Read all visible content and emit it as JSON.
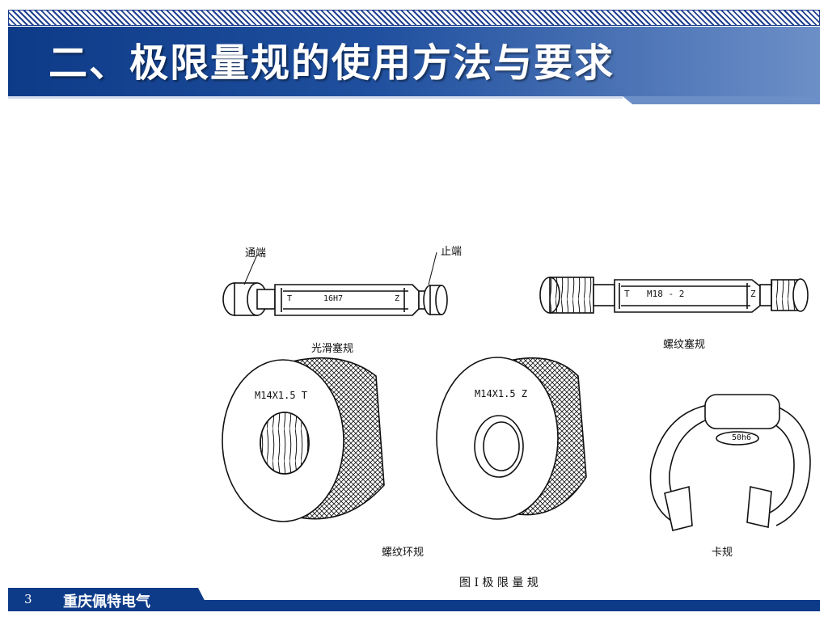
{
  "slide": {
    "title": "二、极限量规的使用方法与要求",
    "page_number": "3",
    "company": "重庆佩特电气"
  },
  "figure": {
    "caption": "图 I   极 限 量 规",
    "plain_plug": {
      "name": "光滑塞规",
      "go_end": "通端",
      "nogo_end": "止端",
      "marking_t": "T",
      "marking_size": "16H7",
      "marking_z": "Z"
    },
    "thread_plug": {
      "name": "螺纹塞规",
      "marking_t": "T",
      "marking_size": "M18 - 2",
      "marking_z": "Z"
    },
    "thread_ring": {
      "name": "螺纹环规",
      "go_marking": "M14X1.5 T",
      "nogo_marking": "M14X1.5 Z"
    },
    "snap_gauge": {
      "name": "卡规",
      "marking": "50h6"
    }
  },
  "colors": {
    "brand_blue": "#0e3b88",
    "band_light": "#6d8fc7"
  }
}
